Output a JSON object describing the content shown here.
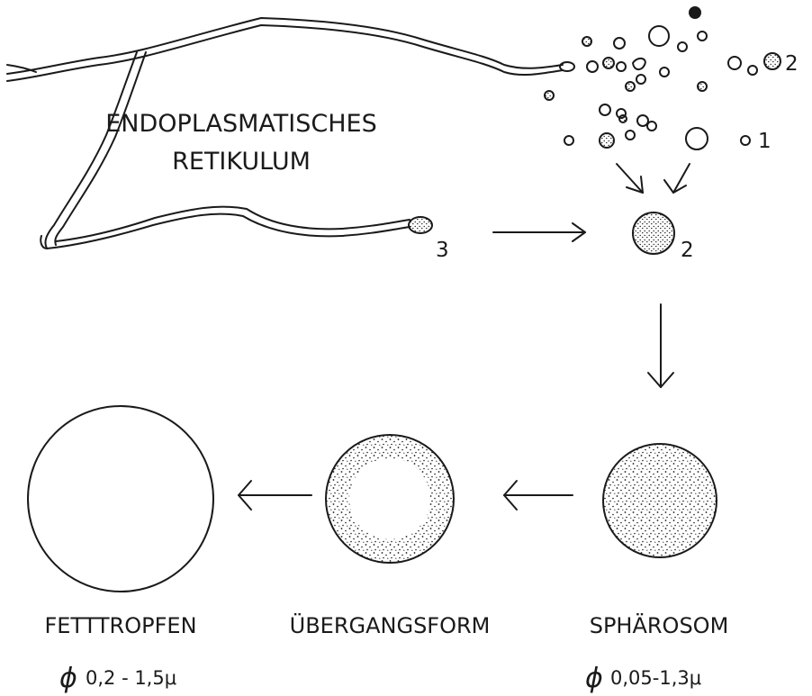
{
  "er_label": {
    "line1": "ENDOPLASMATISCHES",
    "line2": "RETIKULUM"
  },
  "markers": {
    "vesicle_small": "1",
    "vesicle_dark": "2",
    "droplet_stage": "2",
    "er_bud": "3"
  },
  "stages": [
    {
      "name": "FETTTROPFEN",
      "diameter": "0,2 - 1,5μ"
    },
    {
      "name": "ÜBERGANGSFORM",
      "diameter": ""
    },
    {
      "name": "SPHÄROSOM",
      "diameter": "0,05-1,3μ"
    }
  ],
  "symbols": {
    "diameter_sign": "ϕ"
  },
  "colors": {
    "ink": "#1a1a1a",
    "background": "#ffffff"
  }
}
